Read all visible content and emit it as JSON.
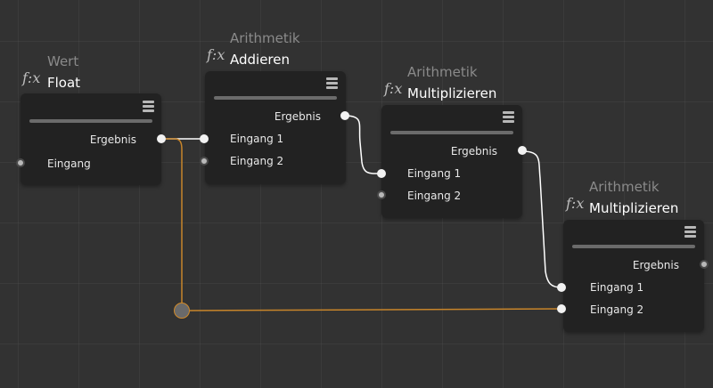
{
  "nodes": {
    "float": {
      "category": "Wert",
      "fx": "f:x",
      "title": "Float",
      "output": "Ergebnis",
      "input": "Eingang"
    },
    "add": {
      "category": "Arithmetik",
      "fx": "f:x",
      "title": "Addieren",
      "output": "Ergebnis",
      "input1": "Eingang 1",
      "input2": "Eingang 2"
    },
    "mul1": {
      "category": "Arithmetik",
      "fx": "f:x",
      "title": "Multiplizieren",
      "output": "Ergebnis",
      "input1": "Eingang 1",
      "input2": "Eingang 2"
    },
    "mul2": {
      "category": "Arithmetik",
      "fx": "f:x",
      "title": "Multiplizieren",
      "output": "Ergebnis",
      "input1": "Eingang 1",
      "input2": "Eingang 2"
    }
  },
  "icons": {
    "node_menu": "hamburger-menu-icon",
    "reroute": "reroute-dot"
  },
  "colors": {
    "wire_white": "#ffffff",
    "wire_orange": "#c8852a",
    "canvas": "#323232",
    "node_body": "#222222"
  }
}
